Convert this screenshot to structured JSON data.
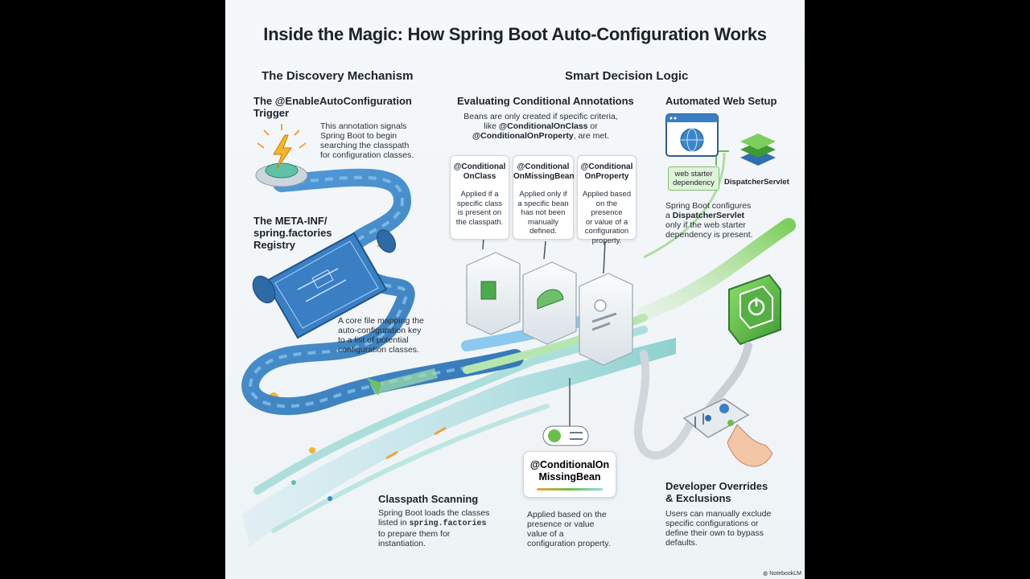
{
  "title": "Inside the Magic: How Spring Boot Auto-Configuration Works",
  "discovery": {
    "heading": "The Discovery Mechanism",
    "trigger": {
      "title_line1": "The @EnableAutoConfiguration",
      "title_line2": "Trigger",
      "desc": [
        "This annotation signals",
        "Spring Boot to begin",
        "searching the classpath",
        "for configuration classes."
      ]
    },
    "registry": {
      "title": [
        "The META-INF/",
        "spring.factories",
        "Registry"
      ],
      "desc": [
        "A core file mapping the",
        "auto-configuration key",
        "to a list of potential",
        "configuration classes."
      ]
    },
    "scanning": {
      "title": "Classpath Scanning",
      "desc_line1": "Spring Boot loads the classes",
      "desc_line2_pre": "listed in ",
      "desc_line2_code": "spring.factories",
      "desc_line3": "to prepare them for",
      "desc_line4": "instantiation."
    }
  },
  "decision": {
    "heading": "Smart Decision Logic",
    "evaluating": {
      "title": "Evaluating Conditional Annotations",
      "line1": "Beans are only created if specific criteria,",
      "line2_pre": "like ",
      "line2_bold": "@ConditionalOnClass",
      "line2_post": " or",
      "line3_bold": "@ConditionalOnProperty",
      "line3_post": ", are met."
    },
    "cards": [
      {
        "title": [
          "@Conditional",
          "OnClass"
        ],
        "body": [
          "Applied if a",
          "specific class",
          "is present on",
          "the classpath."
        ]
      },
      {
        "title": [
          "@Conditional",
          "OnMissingBean"
        ],
        "body": [
          "Applied only if",
          "a specific bean",
          "has not been",
          "manually",
          "defined."
        ]
      },
      {
        "title": [
          "@Conditional",
          "OnProperty"
        ],
        "body": [
          "Applied based",
          "on the presence",
          "or value of a",
          "configuration",
          "property."
        ]
      }
    ],
    "missing_bean_badge": [
      "@ConditionalOn",
      "MissingBean"
    ],
    "missing_bean_desc": [
      "Applied based on the",
      "presence or value",
      "value of a",
      "configuration property."
    ]
  },
  "web": {
    "title": "Automated Web Setup",
    "tag": [
      "web starter",
      "dependency"
    ],
    "servlet_label": "DispatcherServlet",
    "desc_line1": "Spring Boot configures",
    "desc_line2_pre": "a ",
    "desc_line2_bold": "DispatcherServlet",
    "desc_line3": "only if the web starter",
    "desc_line4": "dependency is present."
  },
  "overrides": {
    "title": [
      "Developer Overrides",
      "& Exclusions"
    ],
    "desc": [
      "Users can manually exclude",
      "specific configurations or",
      "define their own to bypass",
      "defaults."
    ]
  },
  "watermark": "NotebookLM",
  "icons": [
    "lightning-icon",
    "blueprint-scroll-icon",
    "globe-icon",
    "power-icon",
    "stack-icon",
    "toggle-icon",
    "pointing-hand-icon"
  ],
  "colors": {
    "pipe_blue": "#3a86c8",
    "pipe_teal": "#5dc0b6",
    "spring_green": "#6abf4b",
    "accent_orange": "#f2a33a"
  }
}
